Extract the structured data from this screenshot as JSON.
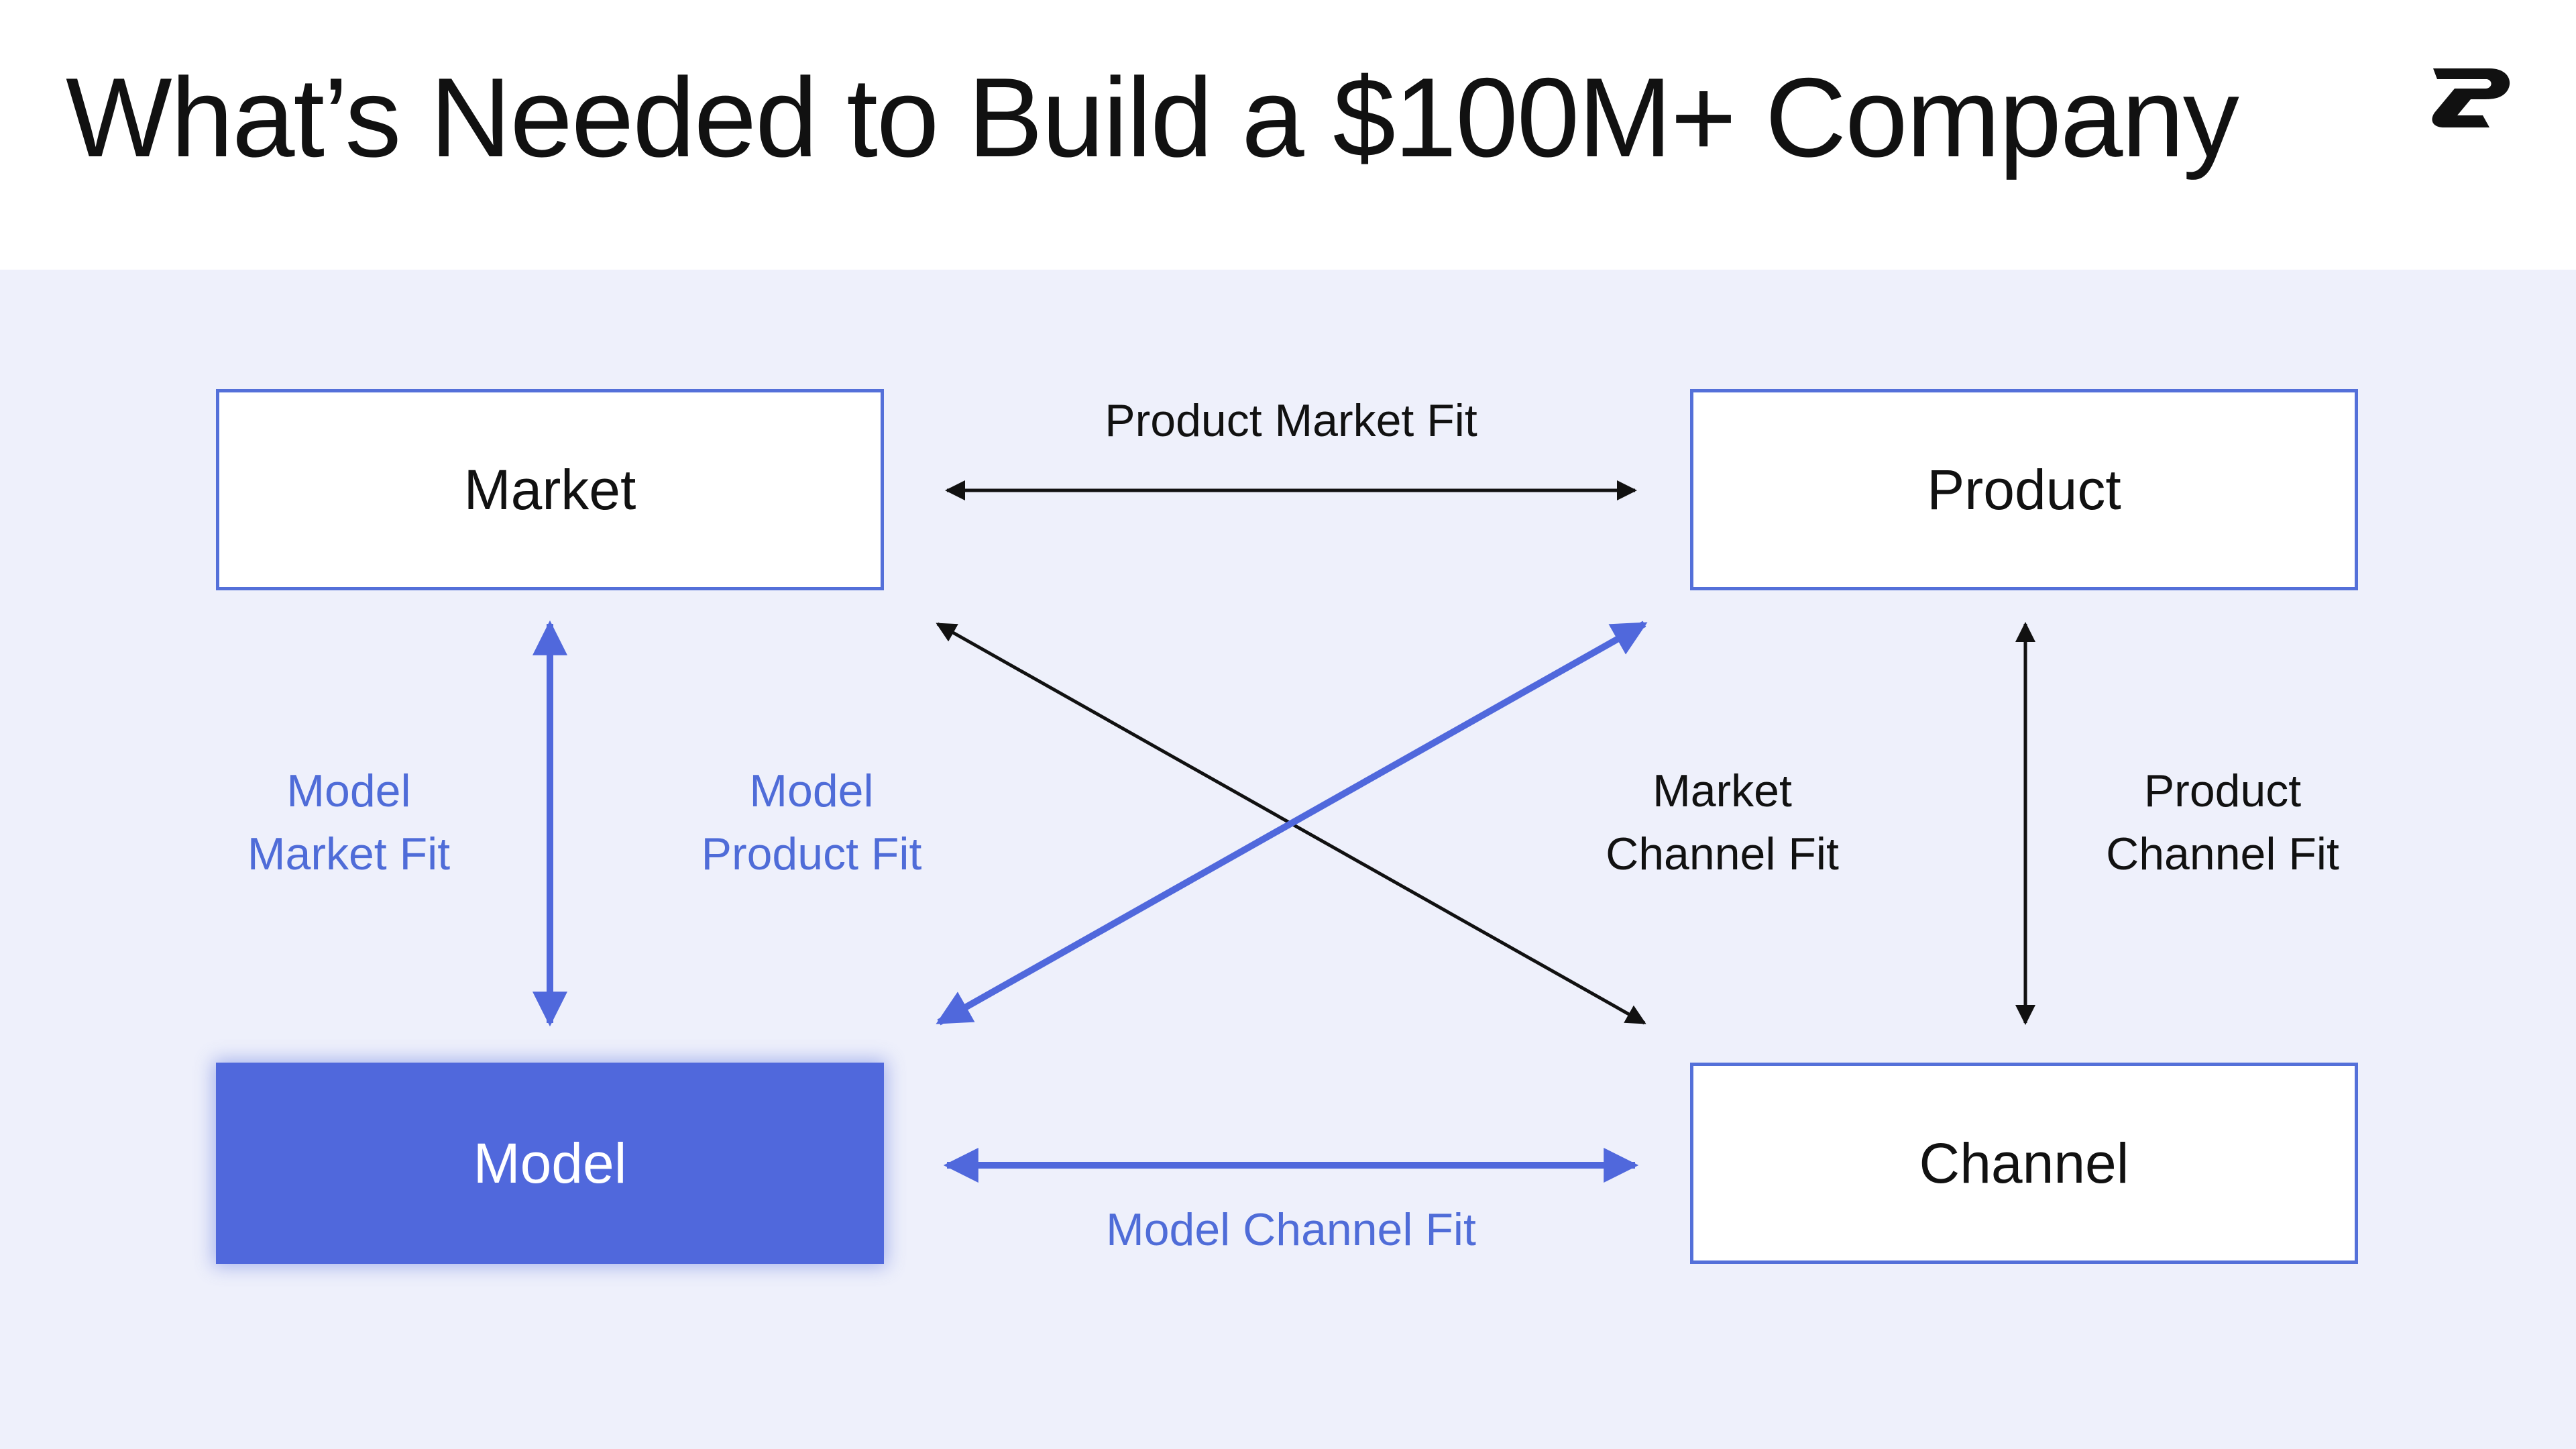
{
  "title": "What’s Needed to Build a $100M+ Company",
  "colors": {
    "accent": "#5068dc",
    "panel_bg": "#eef0fb",
    "text": "#111111",
    "blue_label": "#4f6cd8"
  },
  "logo_icon": "company-logo-icon",
  "nodes": {
    "market": "Market",
    "product": "Product",
    "model": "Model",
    "channel": "Channel"
  },
  "fits": {
    "product_market": "Product Market Fit",
    "model_market": {
      "line1": "Model",
      "line2": "Market Fit"
    },
    "model_product": {
      "line1": "Model",
      "line2": "Product Fit"
    },
    "market_channel": {
      "line1": "Market",
      "line2": "Channel Fit"
    },
    "product_channel": {
      "line1": "Product",
      "line2": "Channel Fit"
    },
    "model_channel": "Model Channel Fit"
  }
}
